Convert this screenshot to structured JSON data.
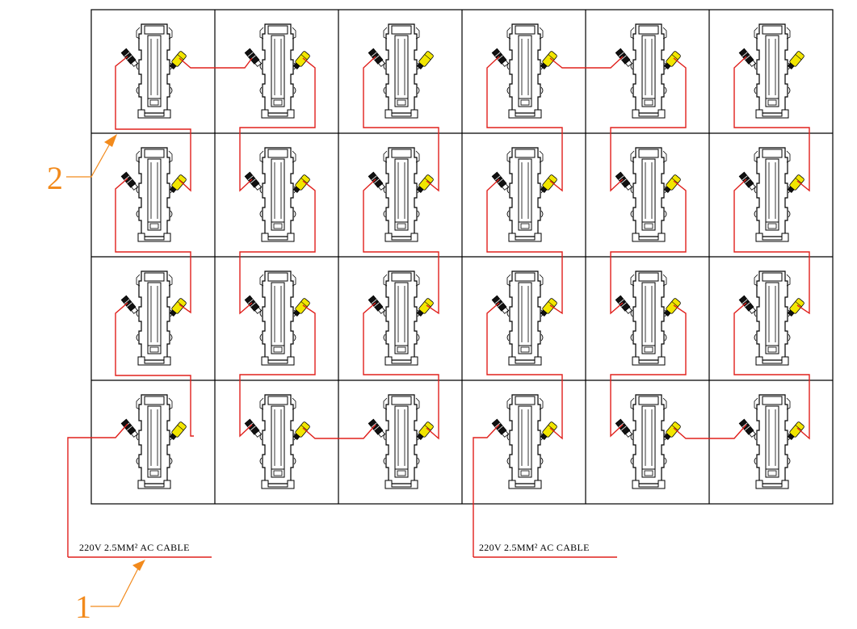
{
  "grid": {
    "rows": 4,
    "cols": 6
  },
  "cable_labels": [
    {
      "id": "left",
      "text": "220V 2.5MM² AC CABLE"
    },
    {
      "id": "right",
      "text": "220V 2.5MM² AC CABLE"
    }
  ],
  "callouts": [
    {
      "id": "c1",
      "number": "1"
    },
    {
      "id": "c2",
      "number": "2"
    }
  ],
  "colors": {
    "wire": "#e0201c",
    "callout": "#f28a1c",
    "connector_female": "#f2e600",
    "connector_male": "#111111",
    "outline": "#000000"
  },
  "connector_icons": [
    "power-connector-male-icon",
    "power-connector-female-icon"
  ]
}
